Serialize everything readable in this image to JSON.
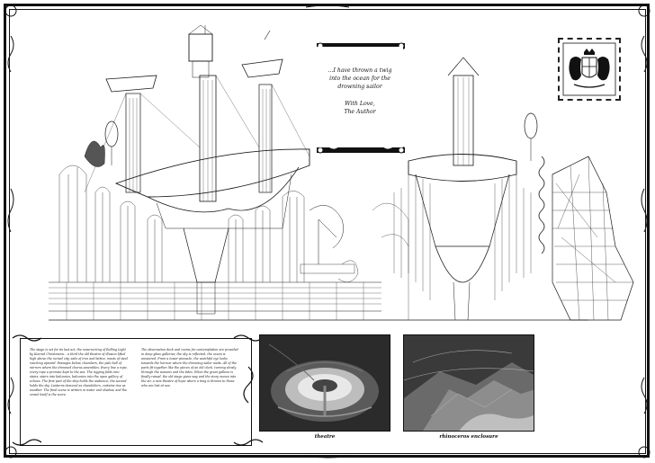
{
  "quote": {
    "lines": [
      "...I have thrown a twig",
      "into the ocean for the",
      "drowning sailor"
    ],
    "signoff": [
      "With Love,",
      "The Author"
    ]
  },
  "body_text": {
    "col1": "The stage is set for its last act, the resurrecting of Rolling Light by Konrad Christmann... a third the old theatre of illusion lifted high above the ruined city, sails of iron and lattice, masts of steel reaching upward. Passages below, chambers, the pale hall of mirrors where the drowned chorus assembles. Every line a rope, every rope a promise kept to the sea. The rigging folds into stairs, stairs into balconies, balconies into the open gallery of echoes. The first part of the ship holds the audience; the second holds the sky. Lanterns descend as chandeliers, curtains rise as weather. The final scene is written in water and shadow, and the vessel itself is the score.",
    "col2": "The observation deck and rooms for contemplation are provided in deep glass galleries; the sky is reflected, the ocean is answered. From a tower pinnacle, the watchful eye looks towards the horizon where the drowning sailor waits. All of the parts fit together like the pieces of an old clock, turning slowly through the seasons and the tides. When the great galleon is finally raised, the old stage gives way and the story moves into the air, a new theatre of hope where a twig is thrown to those who are lost at sea."
  },
  "captions": {
    "photo1": "theatre",
    "photo2": "rhinoceros enclosure"
  }
}
